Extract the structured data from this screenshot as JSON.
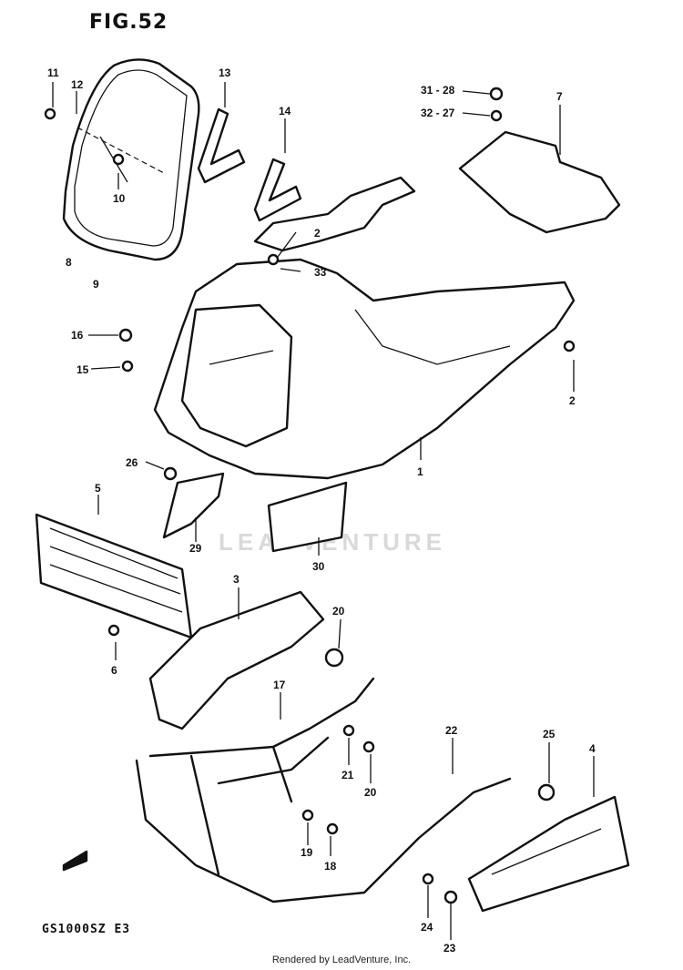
{
  "figure": {
    "title": "FIG.52",
    "model_code": "GS1000SZ E3"
  },
  "watermark": "LEADVENTURE",
  "footer": "Rendered by LeadVenture, Inc.",
  "labels": {
    "p1": "1",
    "p2a": "2",
    "p2b": "2",
    "p3": "3",
    "p4": "4",
    "p5": "5",
    "p6": "6",
    "p7": "7",
    "p8": "8",
    "p9": "9",
    "p10": "10",
    "p11": "11",
    "p12": "12",
    "p13": "13",
    "p14": "14",
    "p15": "15",
    "p16": "16",
    "p17": "17",
    "p18": "18",
    "p19": "19",
    "p20a": "20",
    "p20b": "20",
    "p21": "21",
    "p22": "22",
    "p23": "23",
    "p24": "24",
    "p25": "25",
    "p26": "26",
    "p29": "29",
    "p30": "30",
    "p33": "33",
    "p31_28": "31 - 28",
    "p32_27": "32 - 27"
  }
}
